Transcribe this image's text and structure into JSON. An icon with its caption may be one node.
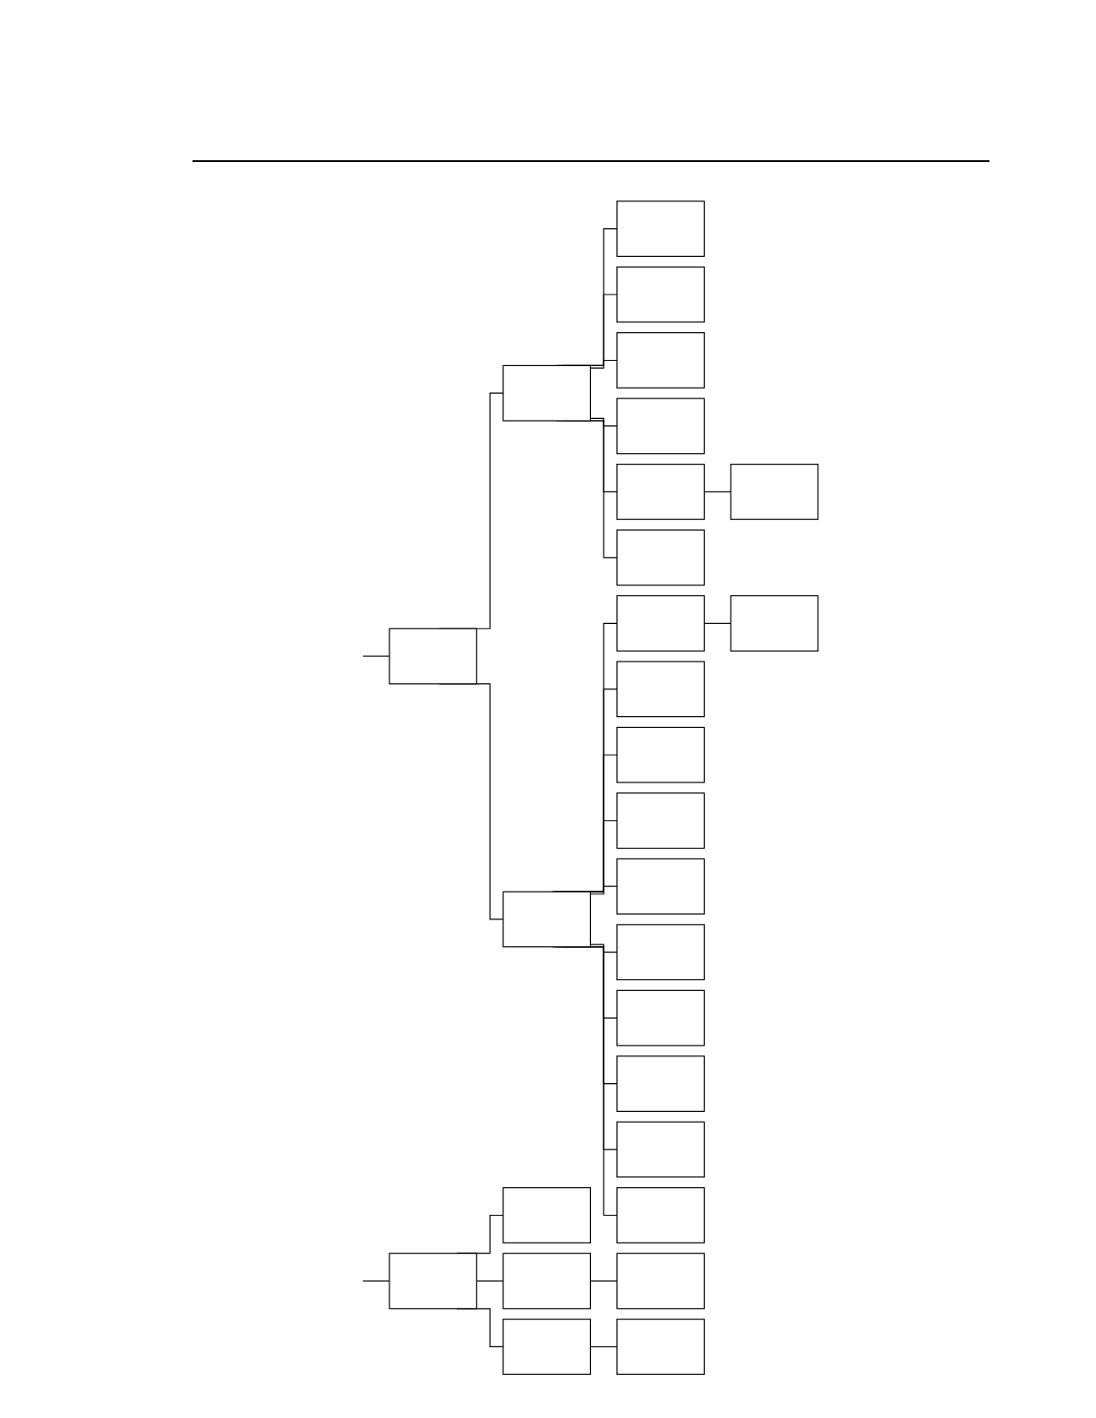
{
  "diagram": {
    "nodes": [
      {
        "text": [],
        "shape": "box"
      },
      {
        "text": [],
        "shape": "box"
      },
      {
        "text": [],
        "shape": "box"
      },
      {
        "text": [],
        "shape": "box"
      },
      {
        "text": [],
        "shape": "box"
      },
      {
        "text": [],
        "shape": "box"
      },
      {
        "text": [],
        "shape": "box"
      },
      {
        "text": [],
        "shape": "box"
      },
      {
        "text": [],
        "shape": "box"
      },
      {
        "text": [],
        "shape": "box"
      },
      {
        "text": [],
        "shape": "box"
      },
      {
        "text": [],
        "shape": "box"
      },
      {
        "text": [],
        "shape": "box"
      },
      {
        "text": [],
        "shape": "box"
      },
      {
        "text": [],
        "shape": "box"
      },
      {
        "text": [],
        "shape": "box"
      },
      {
        "text": [],
        "shape": "box"
      },
      {
        "text": [],
        "shape": "box"
      },
      {
        "text": [],
        "shape": "box"
      },
      {
        "text": [],
        "shape": "box"
      },
      {
        "text": [],
        "shape": "box"
      },
      {
        "text": [],
        "shape": "box"
      },
      {
        "text": [],
        "shape": "box"
      },
      {
        "text": [],
        "shape": "box"
      },
      {
        "text": [],
        "shape": "box"
      },
      {
        "text": [],
        "shape": "box"
      },
      {
        "text": [],
        "shape": "box"
      }
    ],
    "edges": [
      {
        "from": null,
        "to": 0,
        "arrow": "none"
      },
      {
        "from": 0,
        "to": 1,
        "arrow": "none"
      },
      {
        "from": 0,
        "to": 2,
        "arrow": "none"
      },
      {
        "from": 2,
        "to": 3,
        "arrow": "none"
      },
      {
        "from": 3,
        "to": 4,
        "arrow": "none"
      },
      {
        "from": 2,
        "to": 5,
        "arrow": "none"
      },
      {
        "from": 2,
        "to": 6,
        "arrow": "none"
      },
      {
        "from": 2,
        "to": 7,
        "arrow": "none"
      },
      {
        "from": 2,
        "to": 8,
        "arrow": "none"
      },
      {
        "from": 2,
        "to": 9,
        "arrow": "none"
      },
      {
        "from": 2,
        "to": 10,
        "arrow": "none"
      },
      {
        "from": 2,
        "to": 11,
        "arrow": "none"
      },
      {
        "from": 2,
        "to": 12,
        "arrow": "none"
      },
      {
        "from": 2,
        "to": 13,
        "arrow": "none"
      },
      {
        "from": 1,
        "to": 14,
        "arrow": "none"
      },
      {
        "from": 1,
        "to": 15,
        "arrow": "none"
      },
      {
        "from": 1,
        "to": 16,
        "arrow": "none"
      },
      {
        "from": 1,
        "to": 17,
        "arrow": "none"
      },
      {
        "from": 1,
        "to": 18,
        "arrow": "none"
      },
      {
        "from": 18,
        "to": 19,
        "arrow": "none"
      },
      {
        "from": 1,
        "to": 20,
        "arrow": "none"
      },
      {
        "from": null,
        "to": 21,
        "arrow": "none"
      },
      {
        "from": 21,
        "to": 22,
        "arrow": "none"
      },
      {
        "from": 21,
        "to": 23,
        "arrow": "none"
      },
      {
        "from": 21,
        "to": 24,
        "arrow": "none"
      },
      {
        "from": 23,
        "to": 25,
        "arrow": "none"
      },
      {
        "from": 24,
        "to": 26,
        "arrow": "none"
      }
    ]
  }
}
